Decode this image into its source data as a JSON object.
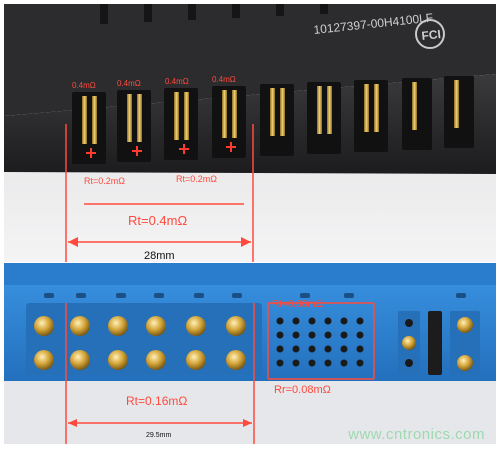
{
  "top": {
    "part_number": "10127397-00H4100LF",
    "brand_logo": "FCI",
    "pin_resistances": [
      "0.4mΩ",
      "0.4mΩ",
      "0.4mΩ",
      "0.4mΩ"
    ],
    "group_labels": [
      "Rt=0.2mΩ",
      "Rt=0.2mΩ"
    ],
    "total_resistance": "Rt=0.4mΩ",
    "dimension": "28mm"
  },
  "bottom": {
    "total_resistance": "Rt=0.16mΩ",
    "signal_resistance_top": "Rt=0.08mΩ",
    "signal_resistance_bottom": "Rr=0.08mΩ",
    "dimension": "29.5mm"
  },
  "watermark": "www.cntronics.com",
  "colors": {
    "annotation_red": "#ff4a3d",
    "connector_blue": "#2f86d6",
    "gold": "#d4a53a"
  }
}
